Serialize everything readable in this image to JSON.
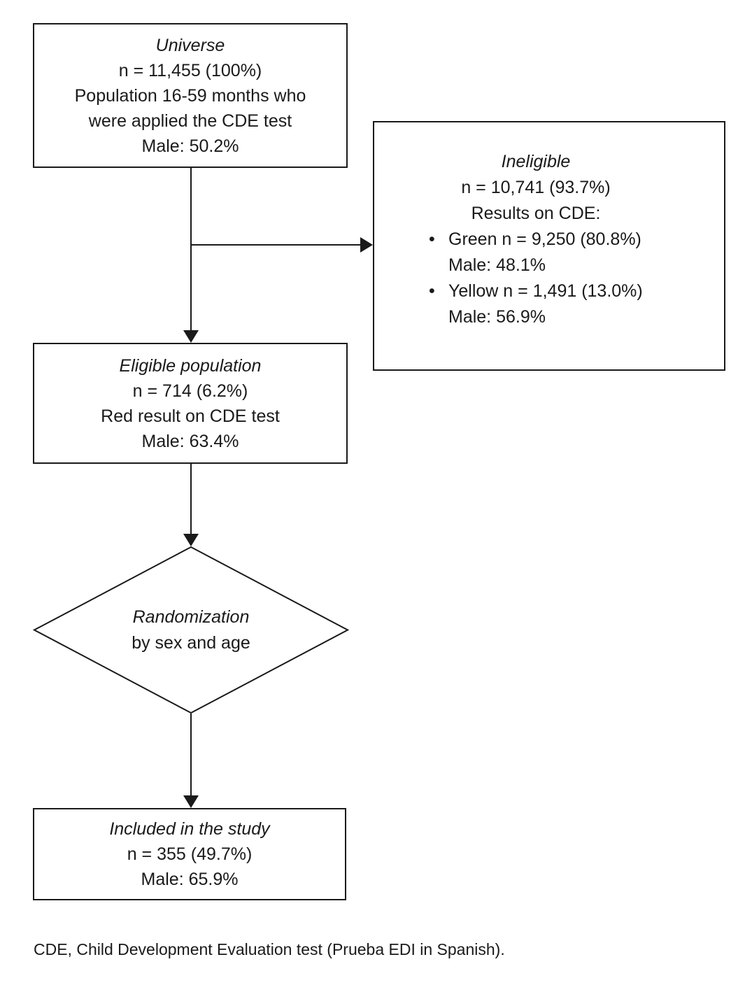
{
  "colors": {
    "line": "#1a1a1a",
    "text": "#1a1a1a",
    "background": "#ffffff"
  },
  "flowchart": {
    "bullet_char": "•",
    "universe": {
      "title": "Universe",
      "lines": [
        "n = 11,455 (100%)",
        "Population 16-59 months who",
        "were applied the CDE test",
        "Male: 50.2%"
      ]
    },
    "ineligible": {
      "title": "Ineligible",
      "lines": [
        "n = 10,741 (93.7%)",
        "Results on CDE:"
      ],
      "bullets": [
        {
          "label": "Green n = 9,250 (80.8%)",
          "detail": "Male: 48.1%"
        },
        {
          "label": "Yellow n = 1,491 (13.0%)",
          "detail": "Male: 56.9%"
        }
      ]
    },
    "eligible": {
      "title": "Eligible population",
      "lines": [
        "n = 714 (6.2%)",
        "Red result on CDE test",
        "Male: 63.4%"
      ]
    },
    "randomization": {
      "title": "Randomization",
      "subtitle": "by sex and age"
    },
    "included": {
      "title": "Included in the study",
      "lines": [
        "n = 355 (49.7%)",
        "Male: 65.9%"
      ]
    },
    "footnote": "CDE, Child Development Evaluation test (Prueba EDI in Spanish)."
  }
}
